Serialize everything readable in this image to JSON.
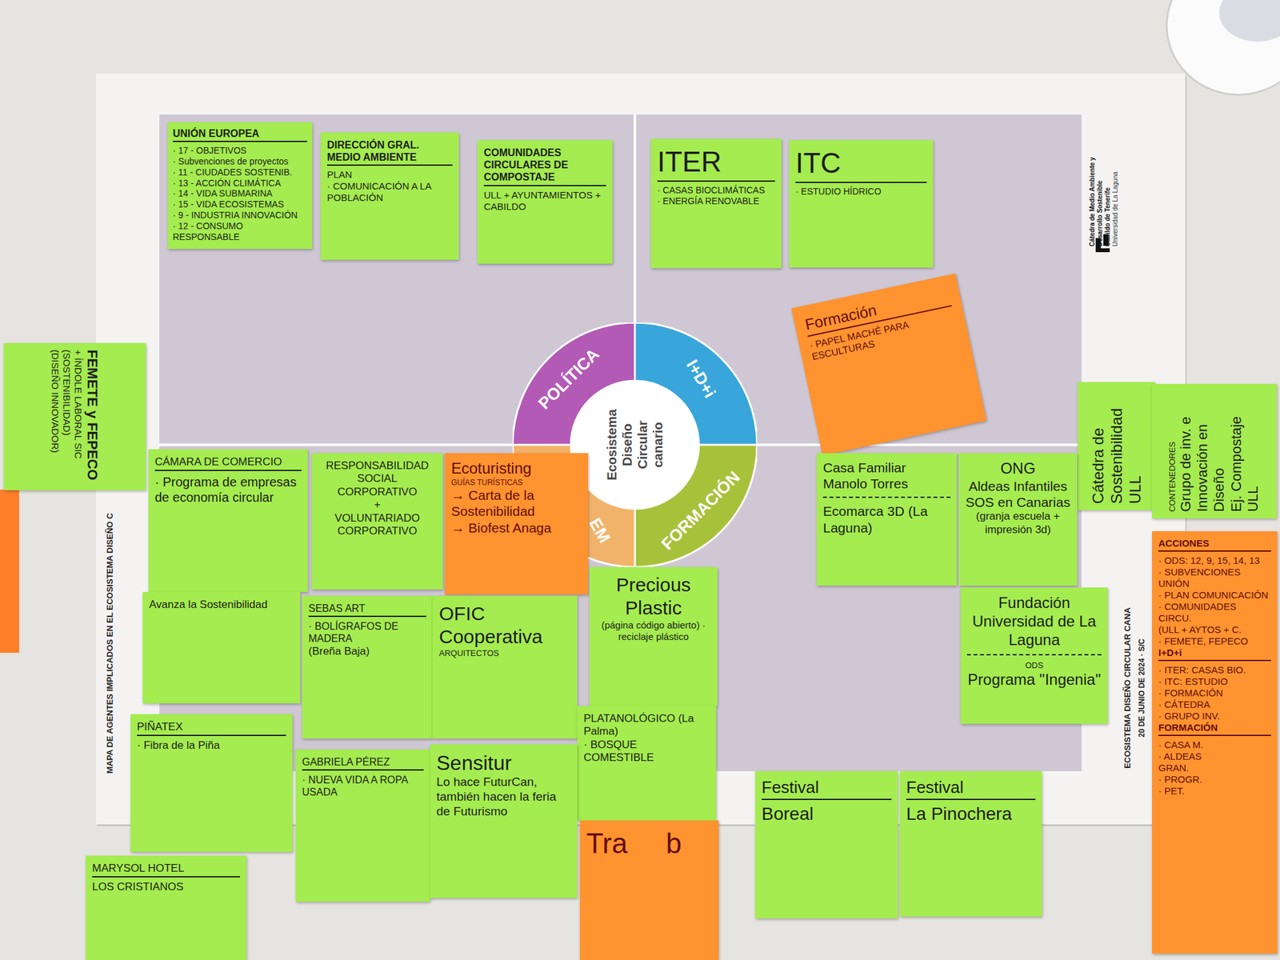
{
  "diagram": {
    "nodes": [
      {
        "text": [
          "UNIÓN EUROPEA",
          "· 17 - OBJETIVOS",
          "· Subvenciones de proyectos",
          "· 11 - CIUDADES SOSTENIB.",
          "· 13 - ACCIÓN CLIMÁTICA",
          "· 14 - VIDA SUBMARINA",
          "· 15 - VIDA ECOSISTEMAS",
          "· 9 - INDUSTRIA INNOVACIÓN",
          "· 12 - CONSUMO RESPONSABLE"
        ]
      },
      {
        "text": [
          "DIRECCIÓN GRAL. MEDIO AMBIENTE",
          "PLAN",
          "· COMUNICACIÓN A LA POBLACIÓN"
        ]
      },
      {
        "text": [
          "COMUNIDADES CIRCULARES DE COMPOSTAJE",
          "ULL + AYUNTAMIENTOS + CABILDO"
        ]
      },
      {
        "text": [
          "ITER",
          "· CASAS BIOCLIMÁTICAS",
          "· ENERGÍA RENOVABLE"
        ]
      },
      {
        "text": [
          "ITC",
          "· ESTUDIO HÍDRICO"
        ]
      },
      {
        "text": [
          "Formación",
          "· PAPEL MACHÉ PARA ESCULTURAS"
        ]
      },
      {
        "text": [
          "FEMETE y FEPECO",
          "+ ÍNDOLE LABORAL SIC",
          "(SOSTENIBILIDAD)",
          "(DISEÑO INNOVADOR)"
        ]
      },
      {
        "text": [
          "Cátedra de Sostenibilidad ULL"
        ]
      },
      {
        "text": [
          "CONTENEDORES",
          "Grupo de inv. e Innovación en Diseño",
          "Ej. Compostaje ULL"
        ]
      },
      {
        "text": [
          "POLÍTICA"
        ]
      },
      {
        "text": [
          "I+D+i"
        ]
      },
      {
        "text": [
          "Ecosistema Diseño Circular canario"
        ]
      },
      {
        "text": [
          "EM"
        ]
      },
      {
        "text": [
          "FORMACIÓN"
        ]
      },
      {
        "text": [
          "CÁMARA DE COMERCIO",
          "· Programa de empresas de economía circular"
        ]
      },
      {
        "text": [
          "RESPONSABILIDAD SOCIAL CORPORATIVO",
          "+",
          "VOLUNTARIADO CORPORATIVO"
        ]
      },
      {
        "text": [
          "Ecoturisting",
          "GUÍAS TURÍSTICAS",
          "→ Carta de la Sostenibilidad",
          "→ Biofest Anaga"
        ]
      },
      {
        "text": [
          "Casa Familiar Manolo Torres",
          "Ecomarca 3D (La Laguna)"
        ]
      },
      {
        "text": [
          "ONG",
          "Aldeas Infantiles SOS en Canarias",
          "(granja escuela + impresión 3d)"
        ]
      },
      {
        "text": [
          "Avanza la Sostenibilidad"
        ]
      },
      {
        "text": [
          "SEBAS ART",
          "· BOLÍGRAFOS DE MADERA",
          "(Breña Baja)"
        ]
      },
      {
        "text": [
          "OFIC Cooperativa",
          "ARQUITECTOS"
        ]
      },
      {
        "text": [
          "Precious Plastic",
          "(página código abierto) · reciclaje plástico"
        ]
      },
      {
        "text": [
          "Fundación Universidad de La Laguna",
          "ODS",
          "Programa \"Ingenia\""
        ]
      },
      {
        "text": [
          "PLATANOLÓGICO (La Palma)",
          "· BOSQUE COMESTIBLE"
        ]
      },
      {
        "text": [
          "PIÑATEX",
          "· Fibra de la Piña"
        ]
      },
      {
        "text": [
          "ACCIONES",
          "· ODS: 12, 9, 15, 14, 13",
          "· SUBVENCIONES UNIÓN",
          "· PLAN COMUNICACIÓN",
          "· COMUNIDADES CIRCU.",
          "(ULL + AYTOS + C.",
          "· FEMETE, FEPECO",
          "I+D+i",
          "· ITER: CASAS BIO.",
          "· ITC: ESTUDIO",
          "· FORMACIÓN",
          "· CÁTEDRA",
          "· GRUPO INV.",
          "FORMACIÓN",
          "· CASA M.",
          "· ALDEAS",
          "GRAN.",
          "· PROGR.",
          "· PET."
        ]
      },
      {
        "text": [
          "GABRIELA PÉREZ",
          "· NUEVA VIDA A ROPA USADA"
        ]
      },
      {
        "text": [
          "Sensitur",
          "Lo hace FuturCan, también hacen la feria de Futurismo"
        ]
      },
      {
        "text": [
          "Festival",
          "Boreal"
        ]
      },
      {
        "text": [
          "Festival",
          "La Pinochera"
        ]
      },
      {
        "text": [
          "Tra",
          "b"
        ]
      },
      {
        "text": [
          "MARYSOL HOTEL",
          "LOS CRISTIANOS"
        ]
      }
    ],
    "labels": [
      "MAPA DE AGENTES IMPLICADOS EN EL ECOSISTEMA DISEÑO C",
      "ECOSISTEMA DISEÑO CIRCULAR CANA",
      "20 DE JUNIO DE 2024 · S/C",
      "Cátedra de Medio Ambiente y Desarrollo Sostenible",
      "Cabildo de Tenerife",
      "Universidad de La Laguna"
    ]
  }
}
